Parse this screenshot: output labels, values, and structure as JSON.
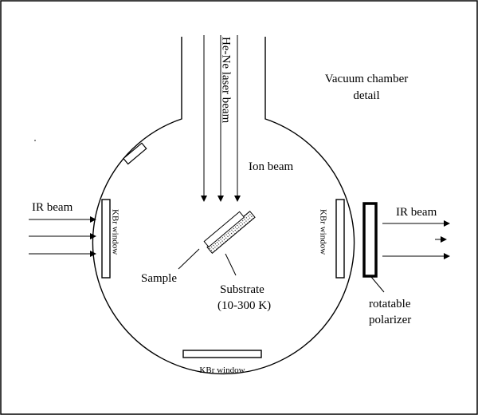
{
  "labels": {
    "title_line1": "Vacuum chamber",
    "title_line2": "detail",
    "laser": "He-Ne laser beam",
    "ion_beam": "Ion beam",
    "ir_beam_in": "IR beam",
    "ir_beam_out": "IR beam",
    "window_left": "KBr window",
    "window_right": "KBr window",
    "window_bottom": "KBr window",
    "sample": "Sample",
    "substrate_line1": "Substrate",
    "substrate_line2": "(10-300 K)",
    "polarizer_line1": "rotatable",
    "polarizer_line2": "polarizer"
  }
}
